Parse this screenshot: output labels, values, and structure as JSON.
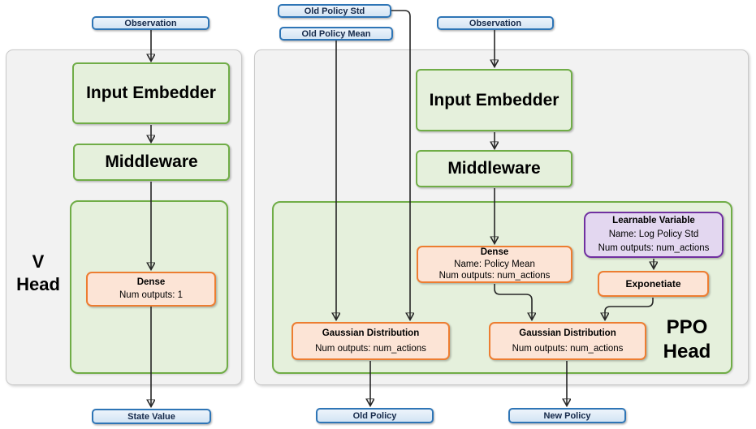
{
  "colors": {
    "io_border": "#2E75B6",
    "io_fill": "#DCE9F7",
    "green_border": "#70AD47",
    "green_fill": "#E5F0DC",
    "orange_border": "#ED7D31",
    "orange_fill": "#FCE4D6",
    "purple_border": "#7030A0",
    "purple_fill": "#E3D7F0",
    "panel_fill": "#F2F2F2",
    "panel_border": "#C9C9C9"
  },
  "nodes": {
    "observation_left": "Observation",
    "observation_right": "Observation",
    "old_policy_std": "Old Policy Std",
    "old_policy_mean": "Old Policy Mean",
    "input_embedder_left": "Input Embedder",
    "middleware_left": "Middleware",
    "input_embedder_right": "Input Embedder",
    "middleware_right": "Middleware",
    "dense_v": {
      "title": "Dense",
      "line1": "Num outputs: 1"
    },
    "dense_policy": {
      "title": "Dense",
      "line1": "Name: Policy Mean",
      "line2": "Num outputs: num_actions"
    },
    "learnable_variable": {
      "title": "Learnable Variable",
      "line1": "Name: Log Policy Std",
      "line2": "Num outputs: num_actions"
    },
    "exponetiate": "Exponetiate",
    "gaussian_old": {
      "title": "Gaussian Distribution",
      "line1": "Num outputs: num_actions"
    },
    "gaussian_new": {
      "title": "Gaussian Distribution",
      "line1": "Num outputs: num_actions"
    },
    "state_value": "State Value",
    "old_policy": "Old Policy",
    "new_policy": "New Policy"
  },
  "labels": {
    "v_head": {
      "line1": "V",
      "line2": "Head"
    },
    "ppo_head": {
      "line1": "PPO",
      "line2": "Head"
    }
  }
}
